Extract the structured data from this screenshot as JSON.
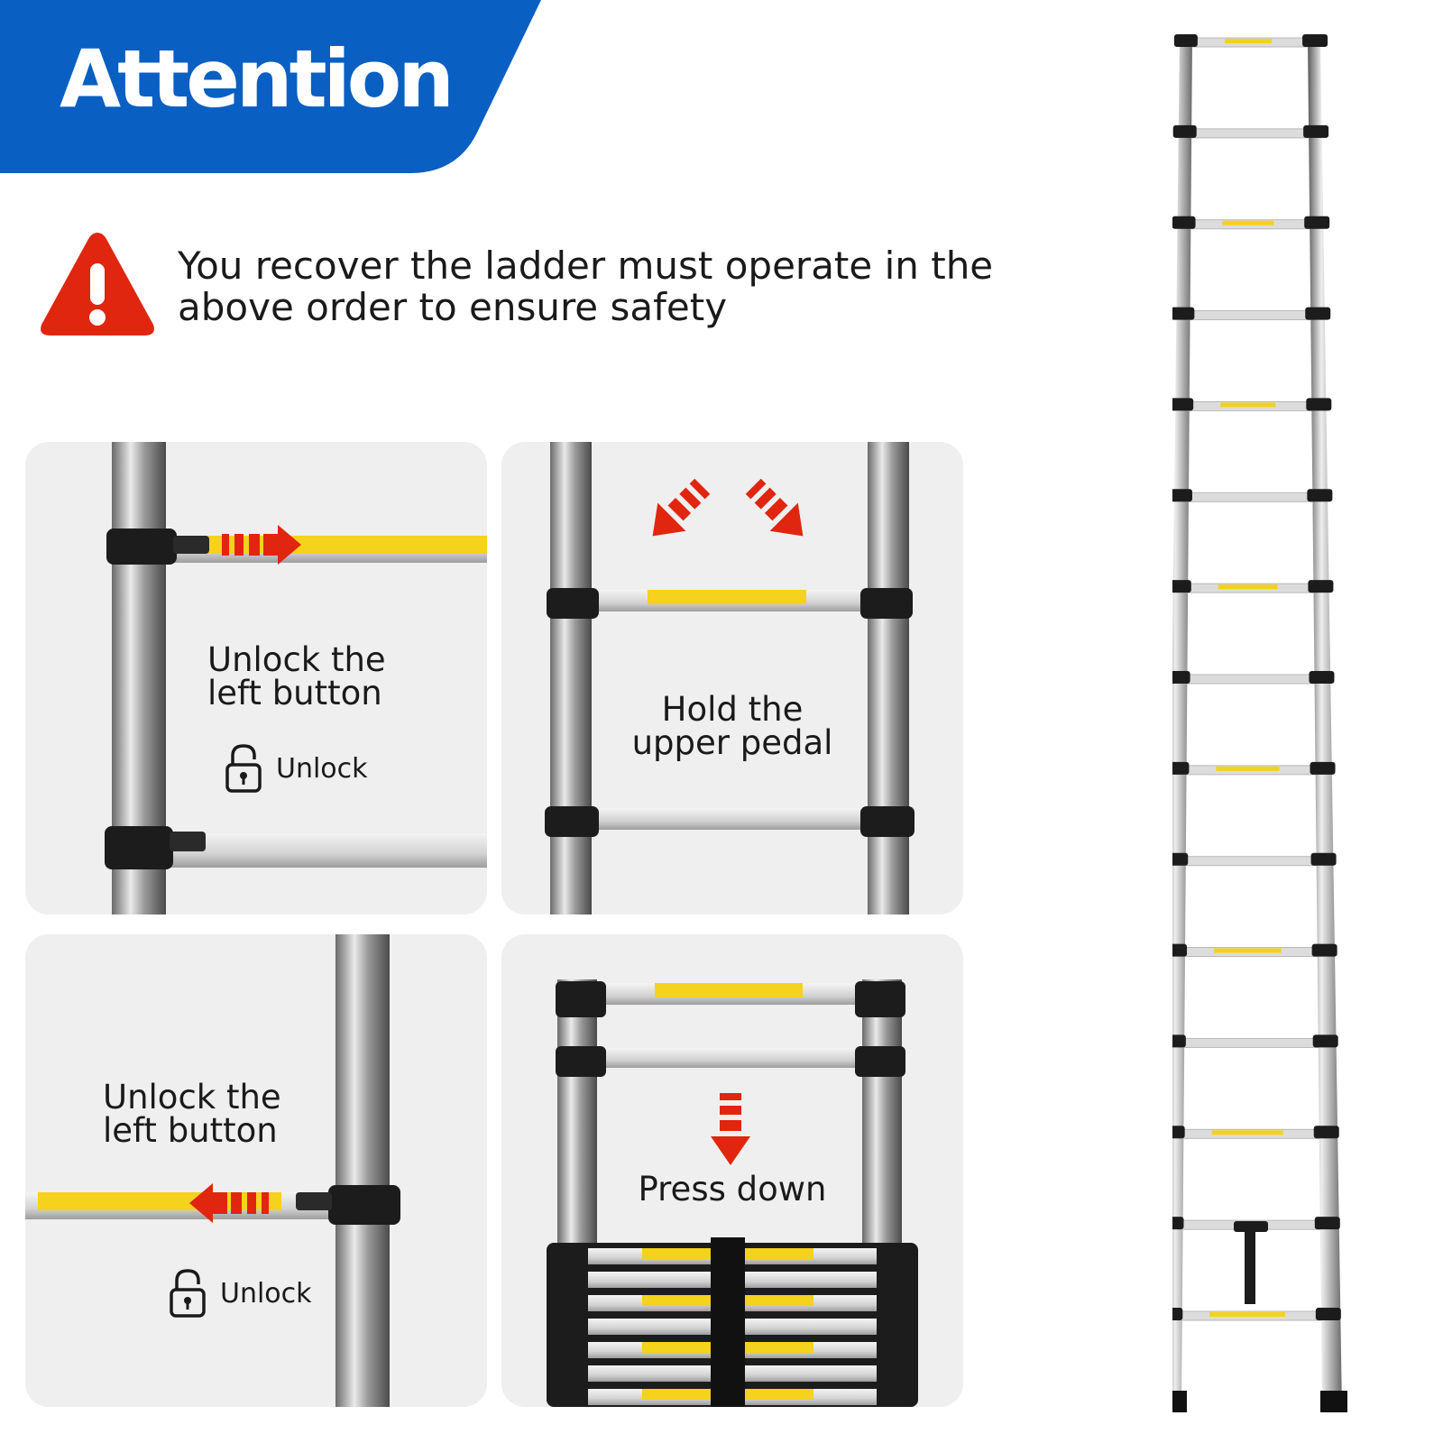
{
  "banner": {
    "title": "Attention",
    "color": "#0a5fc2"
  },
  "warning": {
    "icon": "warning-triangle-icon",
    "color": "#e0260f",
    "text_line1": "You recover the ladder must operate in the",
    "text_line2": "above order to ensure safety"
  },
  "steps": [
    {
      "line1": "Unlock the",
      "line2": "left button",
      "lock_label": "Unlock",
      "lock_icon": "unlocked-padlock-icon",
      "arrow_icon": "red-arrow-right-icon"
    },
    {
      "line1": "Hold the",
      "line2": "upper pedal",
      "arrow_icon": "red-arrows-diagonal-icon"
    },
    {
      "line1": "Unlock the",
      "line2": "left button",
      "lock_label": "Unlock",
      "lock_icon": "unlocked-padlock-icon",
      "arrow_icon": "red-arrow-left-icon"
    },
    {
      "line1": "Press down",
      "arrow_icon": "red-arrow-down-icon"
    }
  ],
  "colors": {
    "accent_red": "#e0260f",
    "panel_bg": "#efefef",
    "label_yellow": "#f5d21b"
  }
}
